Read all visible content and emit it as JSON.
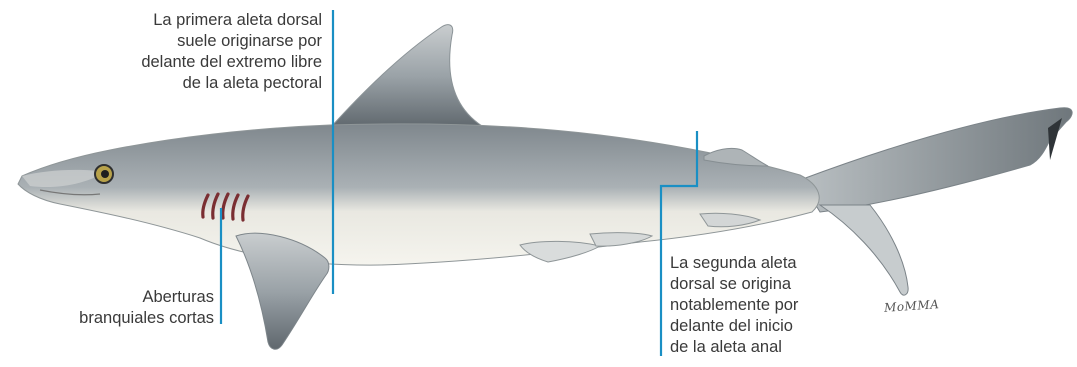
{
  "annotations": {
    "first_dorsal": {
      "lines": [
        "La primera aleta dorsal",
        "suele originarse por",
        "delante del extremo libre",
        "de la aleta pectoral"
      ]
    },
    "gill_slits": {
      "lines": [
        "Aberturas",
        "branquiales cortas"
      ]
    },
    "second_dorsal": {
      "lines": [
        "La segunda aleta",
        "dorsal se origina",
        "notablemente por",
        "delante del inicio",
        "de la aleta anal"
      ]
    }
  },
  "signature": "MoMMA",
  "colors": {
    "leader_line": "#1a8fc4",
    "shark_back": "#8e979d",
    "shark_belly": "#f3f2ec",
    "gill_slits": "#7a2e32",
    "label_text": "#3a3a3a"
  }
}
